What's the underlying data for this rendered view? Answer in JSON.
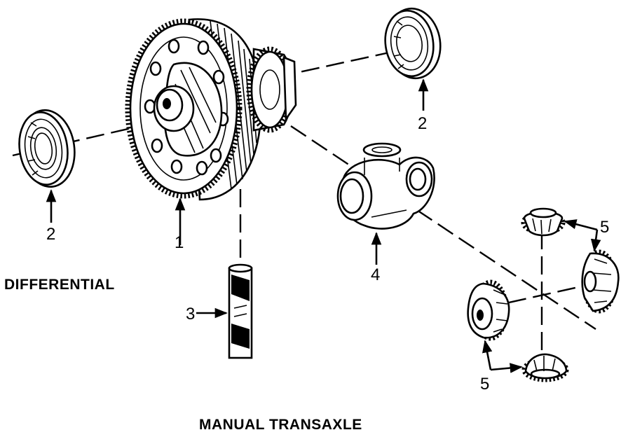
{
  "titles": {
    "differential": "DIFFERENTIAL",
    "manual_transaxle": "MANUAL TRANSAXLE"
  },
  "callouts": {
    "bearing_left": "2",
    "bearing_right": "2",
    "ring_gear": "1",
    "pinion_shaft": "3",
    "case": "4",
    "side_gears_top": "5",
    "side_gears_bottom": "5"
  },
  "parts": [
    {
      "id": "1",
      "icon": "ring-gear-icon"
    },
    {
      "id": "2",
      "icon": "bearing-icon"
    },
    {
      "id": "3",
      "icon": "pinion-shaft-icon"
    },
    {
      "id": "4",
      "icon": "differential-case-icon"
    },
    {
      "id": "5",
      "icon": "bevel-gear-icon"
    }
  ]
}
